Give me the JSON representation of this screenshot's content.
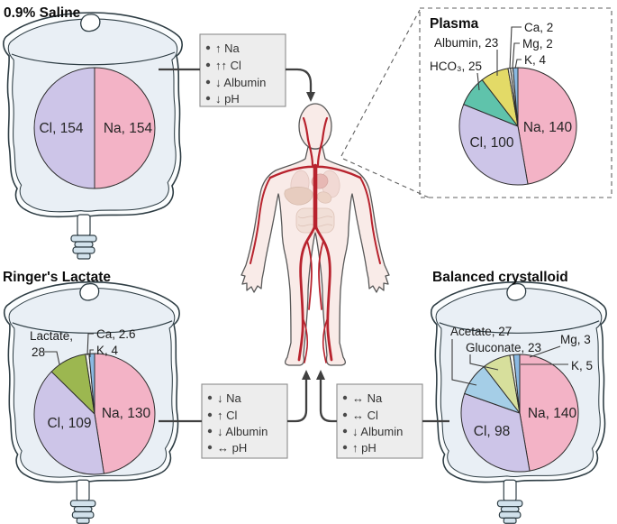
{
  "titles": {
    "saline": "0.9% Saline",
    "ringers": "Ringer's Lactate",
    "balanced": "Balanced crystalloid",
    "plasma": "Plasma"
  },
  "effect_boxes": {
    "saline": {
      "lines": [
        "↑ Na",
        "↑↑ Cl",
        "↓ Albumin",
        "↓ pH"
      ]
    },
    "ringers": {
      "lines": [
        "↓ Na",
        "↑ Cl",
        "↓ Albumin",
        "↔ pH"
      ]
    },
    "balanced": {
      "lines": [
        "↔ Na",
        "↔ Cl",
        "↓ Albumin",
        "↑ pH"
      ]
    }
  },
  "colors": {
    "na_pink": "#f3b3c6",
    "cl_purple": "#cdc5e8",
    "hco3_teal": "#5fc3ab",
    "albumin_yellow": "#e3da67",
    "k_blue": "#8ab9e2",
    "lactate_green": "#9cb750",
    "acetate_blue": "#a5cee7",
    "gluconate_green": "#d7df9c",
    "artery_red": "#b8232e",
    "bag_fill": "#e9eff5"
  },
  "chart_data": [
    {
      "id": "saline",
      "type": "pie",
      "title": "0.9% Saline",
      "slices": [
        {
          "name": "Na",
          "label": "Na, 154",
          "value": 154,
          "color": "#f3b3c6"
        },
        {
          "name": "Cl",
          "label": "Cl, 154",
          "value": 154,
          "color": "#cdc5e8"
        }
      ]
    },
    {
      "id": "plasma",
      "type": "pie",
      "title": "Plasma",
      "slices": [
        {
          "name": "Na",
          "label": "Na, 140",
          "value": 140,
          "color": "#f3b3c6"
        },
        {
          "name": "Cl",
          "label": "Cl, 100",
          "value": 100,
          "color": "#cdc5e8"
        },
        {
          "name": "HCO3",
          "label": "HCO₃, 25",
          "value": 25,
          "color": "#5fc3ab"
        },
        {
          "name": "Albumin",
          "label": "Albumin, 23",
          "value": 23,
          "color": "#e3da67"
        },
        {
          "name": "Ca",
          "label": "Ca, 2",
          "value": 2,
          "color": "#f3f3ef"
        },
        {
          "name": "Mg",
          "label": "Mg, 2",
          "value": 2,
          "color": "#e6e8e4"
        },
        {
          "name": "K",
          "label": "K, 4",
          "value": 4,
          "color": "#8ab9e2"
        }
      ]
    },
    {
      "id": "ringers",
      "type": "pie",
      "title": "Ringer's Lactate",
      "slices": [
        {
          "name": "Na",
          "label": "Na, 130",
          "value": 130,
          "color": "#f3b3c6"
        },
        {
          "name": "Cl",
          "label": "Cl, 109",
          "value": 109,
          "color": "#cdc5e8"
        },
        {
          "name": "Lactate",
          "label": "Lactate, 28",
          "label_lines": [
            "Lactate,",
            "28"
          ],
          "value": 28,
          "color": "#9cb750"
        },
        {
          "name": "Ca",
          "label": "Ca, 2.6",
          "value": 2.6,
          "color": "#f3f3ef"
        },
        {
          "name": "K",
          "label": "K, 4",
          "value": 4,
          "color": "#8ab9e2"
        }
      ]
    },
    {
      "id": "balanced",
      "type": "pie",
      "title": "Balanced crystalloid",
      "slices": [
        {
          "name": "Na",
          "label": "Na, 140",
          "value": 140,
          "color": "#f3b3c6"
        },
        {
          "name": "Cl",
          "label": "Cl, 98",
          "value": 98,
          "color": "#cdc5e8"
        },
        {
          "name": "Acetate",
          "label": "Acetate, 27",
          "value": 27,
          "color": "#a5cee7"
        },
        {
          "name": "Gluconate",
          "label": "Gluconate, 23",
          "value": 23,
          "color": "#d7df9c"
        },
        {
          "name": "Mg",
          "label": "Mg, 3",
          "value": 3,
          "color": "#f3f3ef"
        },
        {
          "name": "K",
          "label": "K, 5",
          "value": 5,
          "color": "#8ab9e2"
        }
      ]
    }
  ]
}
